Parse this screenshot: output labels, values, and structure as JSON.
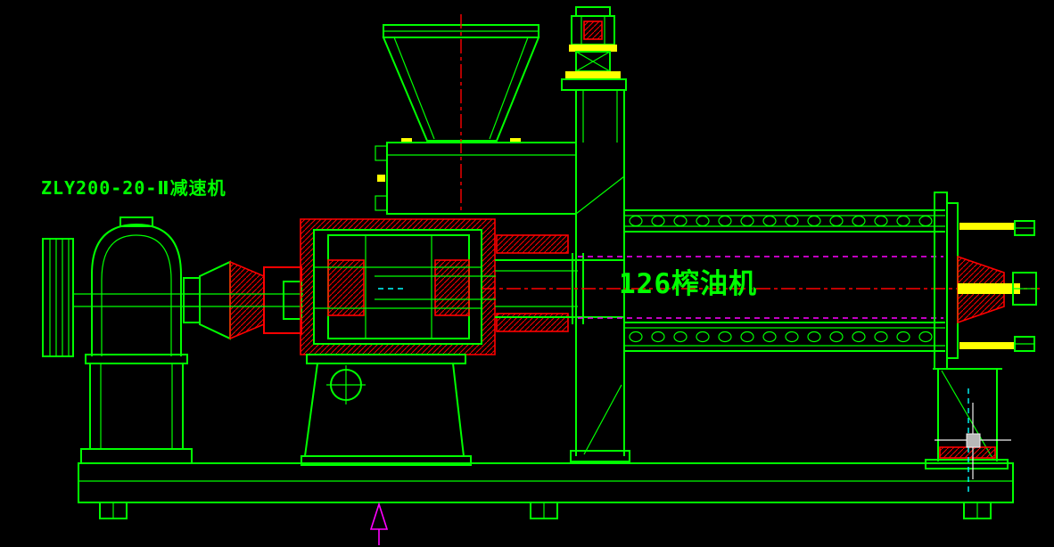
{
  "colors": {
    "background": "#000000",
    "green": "#00FF00",
    "red": "#FF0000",
    "yellow": "#FFFF00",
    "magenta": "#FF00FF",
    "cyan": "#00FFFF",
    "white": "#F0F0F0",
    "gray": "#B8B8B8"
  },
  "labels": {
    "reducer": "ZLY200-20-Ⅱ减速机",
    "press": "126榨油机"
  },
  "drawing": {
    "top_rail_hole_count": 14,
    "bottom_rail_hole_count": 14
  }
}
